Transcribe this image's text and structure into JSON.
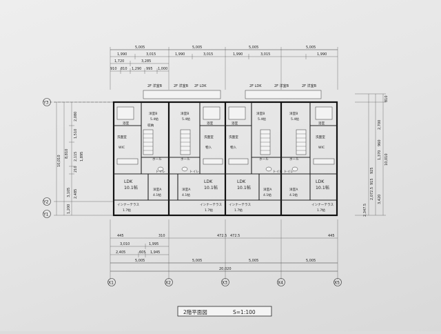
{
  "title_block": {
    "title": "2階平面図",
    "scale": "S=1:100"
  },
  "top_dims": {
    "row1": [
      "5,005",
      "5,005",
      "5,005",
      "5,005"
    ],
    "row2": [
      "1,990",
      "3,015",
      "1,990",
      "3,015",
      "1,990",
      "3,015",
      "1,990"
    ],
    "row3": [
      "1,720",
      "3,285"
    ],
    "row4": [
      "910",
      "810",
      "1,290",
      "995",
      "1,000"
    ]
  },
  "bottom_dims": {
    "row1": [
      "445",
      "310",
      "472.5",
      "472.5",
      "445"
    ],
    "row2": [
      "3,010",
      "1,995"
    ],
    "row3": [
      "2,405",
      "605",
      "1,945"
    ],
    "row4": [
      "5,005",
      "5,005",
      "5,005",
      "5,005"
    ],
    "total": "20,020"
  },
  "left_dims": [
    "2,080",
    "1,510",
    "2,115",
    "1,895",
    "210",
    "3,105",
    "2,485",
    "1,200",
    "8,810",
    "10,010"
  ],
  "right_dims": [
    "810",
    "2,700",
    "10,010",
    "960",
    "1,370",
    "925",
    "915",
    "2,072.5",
    "3,420",
    "2,347.5"
  ],
  "grid_x": [
    "X1",
    "X2",
    "X3",
    "X4",
    "X5"
  ],
  "grid_y": [
    "Y3",
    "Y2",
    "Y1"
  ],
  "top_labels": [
    "2F\n洋室B",
    "2F\n洋室B",
    "2F\nLDK",
    "2F\nLDK",
    "2F\n洋室B",
    "2F\n洋室B"
  ],
  "units": [
    {
      "bed_b": "洋室B",
      "bed_b_area": "5.4帖",
      "ldk": "LDK",
      "ldk_area": "10.1帖",
      "bed_a": "洋室A",
      "bed_a_area": "4.1帖",
      "terrace": "インナーテラス",
      "terrace_area": "1.7帖"
    },
    {
      "bed_b": "洋室B",
      "bed_b_area": "5.4帖",
      "ldk": "LDK",
      "ldk_area": "10.1帖",
      "bed_a": "洋室A",
      "bed_a_area": "4.1帖",
      "terrace": "インナーテラス",
      "terrace_area": "1.7帖"
    },
    {
      "bed_b": "洋室B",
      "bed_b_area": "5.4帖",
      "ldk": "LDK",
      "ldk_area": "10.1帖",
      "bed_a": "洋室A",
      "bed_a_area": "4.1帖",
      "terrace": "インナーテラス",
      "terrace_area": "1.7帖"
    },
    {
      "bed_b": "洋室B",
      "bed_b_area": "5.4帖",
      "ldk": "LDK",
      "ldk_area": "10.1帖",
      "bed_a": "洋室A",
      "bed_a_area": "4.1帖",
      "terrace": "インナーテラス",
      "terrace_area": "1.7帖"
    }
  ],
  "fixtures": {
    "bath": "浴室",
    "washroom": "洗面室",
    "toilet": "トイレ",
    "wic": "WIC",
    "hall": "ホール",
    "closet": "収納",
    "storage": "物入"
  }
}
